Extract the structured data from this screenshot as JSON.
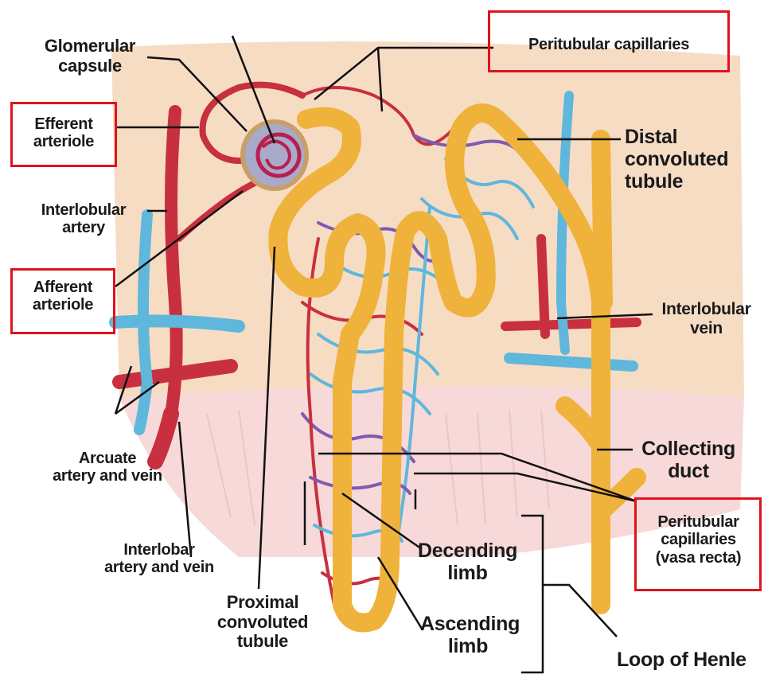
{
  "labels": {
    "glomerular_capsule": [
      "Glomerular",
      "capsule"
    ],
    "efferent_arteriole": [
      "Efferent",
      "arteriole"
    ],
    "interlobular_artery": [
      "Interlobular",
      "artery"
    ],
    "afferent_arteriole": [
      "Afferent",
      "arteriole"
    ],
    "arcuate": [
      "Arcuate",
      "artery and vein"
    ],
    "interlobar": [
      "Interlobar",
      "artery and vein"
    ],
    "proximal": [
      "Proximal",
      "convoluted",
      "tubule"
    ],
    "peritubular_top": "Peritubular capillaries",
    "distal": [
      "Distal",
      "convoluted",
      "tubule"
    ],
    "interlobular_vein": [
      "Interlobular",
      "vein"
    ],
    "collecting_duct": [
      "Collecting",
      "duct"
    ],
    "peritubular_bottom": [
      "Peritubular",
      "capillaries",
      "(vasa recta)"
    ],
    "decending_limb": [
      "Decending",
      "limb"
    ],
    "ascending_limb": [
      "Ascending",
      "limb"
    ],
    "loop_of_henle": "Loop of Henle"
  },
  "colors": {
    "cortex": "#f7dcc4",
    "medulla": "#f6d2d2",
    "artery": "#c8303f",
    "vein": "#5fb7dc",
    "tubule": "#efb23a",
    "highlight_box": "#e0121b"
  }
}
